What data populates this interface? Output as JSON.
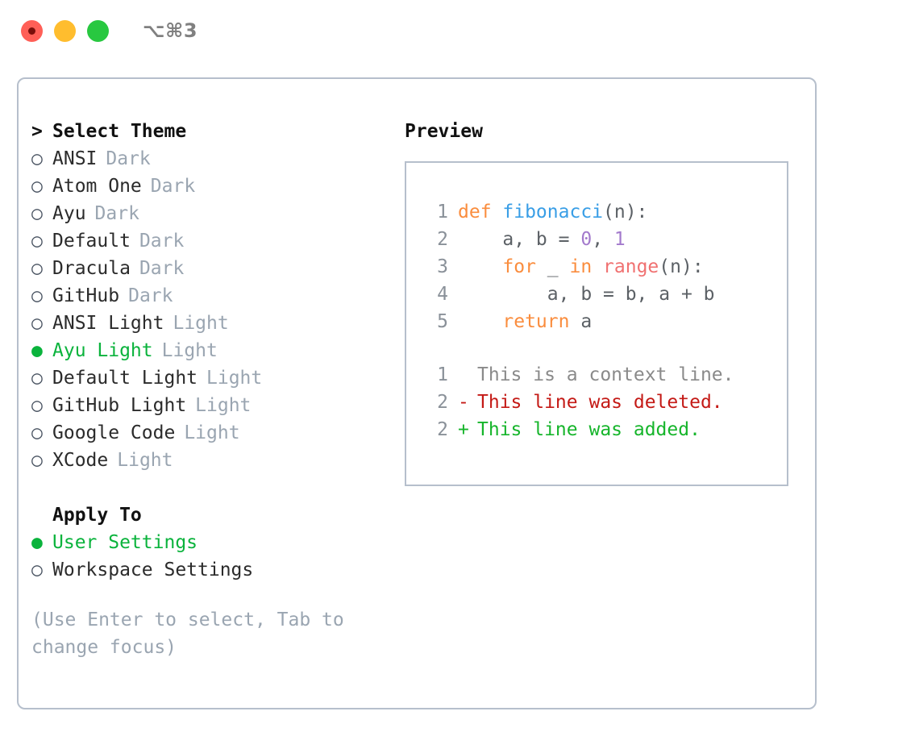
{
  "window": {
    "title": "⌥⌘3",
    "traffic_lights": [
      {
        "name": "close",
        "color": "#ff5f57"
      },
      {
        "name": "minimize",
        "color": "#ffbd2e"
      },
      {
        "name": "maximize",
        "color": "#28c840"
      }
    ]
  },
  "colors": {
    "accent_green": "#0ab33c",
    "muted": "#9aa5b1",
    "border": "#b6bfcc",
    "keyword": "#fa8d3e",
    "function": "#399ee6",
    "number": "#a37acc",
    "call": "#f07171",
    "diff_added": "#16b52b",
    "diff_deleted": "#c41a16",
    "diff_context": "#8a8a8a",
    "lineno": "#8a9199"
  },
  "theme_section": {
    "heading": "Select Theme",
    "heading_marker": ">",
    "marker_selected": "●",
    "marker_unselected": "○",
    "items": [
      {
        "label": "ANSI",
        "tag": "Dark",
        "selected": false
      },
      {
        "label": "Atom One",
        "tag": "Dark",
        "selected": false
      },
      {
        "label": "Ayu",
        "tag": "Dark",
        "selected": false
      },
      {
        "label": "Default",
        "tag": "Dark",
        "selected": false
      },
      {
        "label": "Dracula",
        "tag": "Dark",
        "selected": false
      },
      {
        "label": "GitHub",
        "tag": "Dark",
        "selected": false
      },
      {
        "label": "ANSI Light",
        "tag": "Light",
        "selected": false
      },
      {
        "label": "Ayu Light",
        "tag": "Light",
        "selected": true
      },
      {
        "label": "Default Light",
        "tag": "Light",
        "selected": false
      },
      {
        "label": "GitHub Light",
        "tag": "Light",
        "selected": false
      },
      {
        "label": "Google Code",
        "tag": "Light",
        "selected": false
      },
      {
        "label": "XCode",
        "tag": "Light",
        "selected": false
      }
    ]
  },
  "apply_section": {
    "heading": "Apply To",
    "items": [
      {
        "label": "User Settings",
        "selected": true
      },
      {
        "label": "Workspace Settings",
        "selected": false
      }
    ]
  },
  "help_text": "(Use Enter to select, Tab to change focus)",
  "preview": {
    "heading": "Preview",
    "code_lines": [
      {
        "lineno": "1",
        "tokens": [
          {
            "text": "def ",
            "kind": "kw"
          },
          {
            "text": "fibonacci",
            "kind": "fn"
          },
          {
            "text": "(n):",
            "kind": "plain"
          }
        ]
      },
      {
        "lineno": "2",
        "tokens": [
          {
            "text": "    a, b = ",
            "kind": "plain"
          },
          {
            "text": "0",
            "kind": "num"
          },
          {
            "text": ", ",
            "kind": "plain"
          },
          {
            "text": "1",
            "kind": "num"
          }
        ]
      },
      {
        "lineno": "3",
        "tokens": [
          {
            "text": "    ",
            "kind": "plain"
          },
          {
            "text": "for",
            "kind": "kw"
          },
          {
            "text": " _ ",
            "kind": "plain"
          },
          {
            "text": "in",
            "kind": "kw"
          },
          {
            "text": " ",
            "kind": "plain"
          },
          {
            "text": "range",
            "kind": "call"
          },
          {
            "text": "(n):",
            "kind": "plain"
          }
        ]
      },
      {
        "lineno": "4",
        "tokens": [
          {
            "text": "        a, b = b, a + b",
            "kind": "plain"
          }
        ]
      },
      {
        "lineno": "5",
        "tokens": [
          {
            "text": "    ",
            "kind": "plain"
          },
          {
            "text": "return",
            "kind": "kw"
          },
          {
            "text": " a",
            "kind": "plain"
          }
        ]
      }
    ],
    "diff_lines": [
      {
        "lineno": "1",
        "marker": " ",
        "text": "This is a context line.",
        "kind": "ctx"
      },
      {
        "lineno": "2",
        "marker": "-",
        "text": "This line was deleted.",
        "kind": "del"
      },
      {
        "lineno": "2",
        "marker": "+",
        "text": "This line was added.",
        "kind": "add"
      }
    ]
  }
}
